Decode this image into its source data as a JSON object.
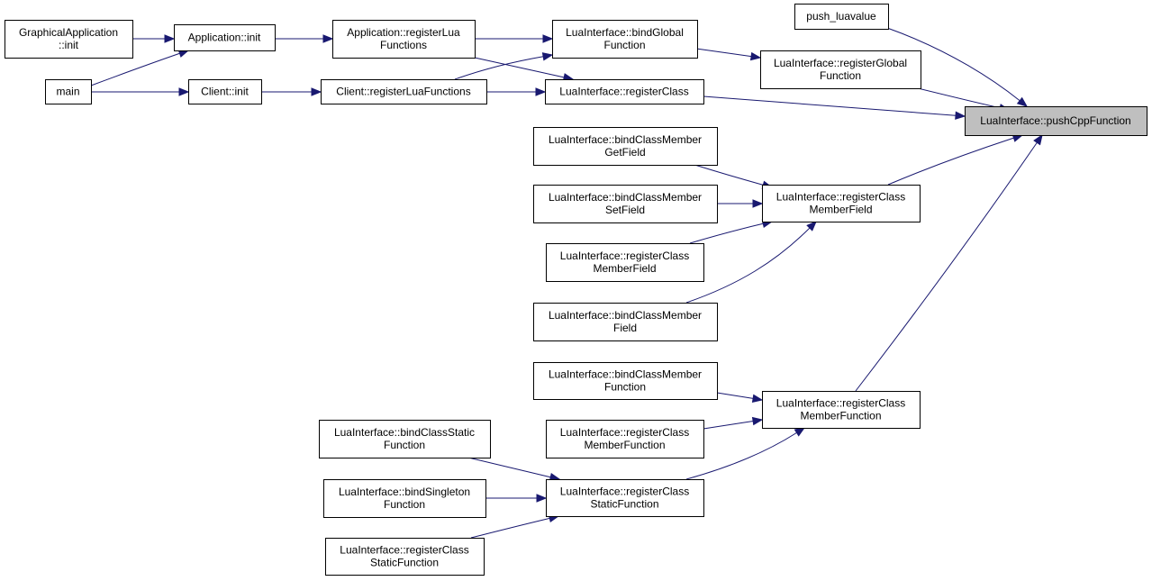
{
  "graph": {
    "kind": "call-graph",
    "edge_color": "#191970",
    "highlight_fill": "#bfbfbf",
    "nodes": [
      {
        "id": "pushCpp",
        "lines": [
          "LuaInterface::pushCppFunction"
        ],
        "highlight": true
      },
      {
        "id": "pushLuavalue",
        "lines": [
          "push_luavalue"
        ]
      },
      {
        "id": "regGlobalFn",
        "lines": [
          "LuaInterface::registerGlobal",
          "Function"
        ]
      },
      {
        "id": "regClass",
        "lines": [
          "LuaInterface::registerClass"
        ]
      },
      {
        "id": "regClassMemberField",
        "lines": [
          "LuaInterface::registerClass",
          "MemberField"
        ]
      },
      {
        "id": "regClassMemberFunction",
        "lines": [
          "LuaInterface::registerClass",
          "MemberFunction"
        ]
      },
      {
        "id": "bindGlobalFn",
        "lines": [
          "LuaInterface::bindGlobal",
          "Function"
        ]
      },
      {
        "id": "appRegLua",
        "lines": [
          "Application::registerLua",
          "Functions"
        ]
      },
      {
        "id": "clientRegLua",
        "lines": [
          "Client::registerLuaFunctions"
        ]
      },
      {
        "id": "appInit",
        "lines": [
          "Application::init"
        ]
      },
      {
        "id": "clientInit",
        "lines": [
          "Client::init"
        ]
      },
      {
        "id": "gfxAppInit",
        "lines": [
          "GraphicalApplication",
          "::init"
        ]
      },
      {
        "id": "main",
        "lines": [
          "main"
        ]
      },
      {
        "id": "bindCMGetField",
        "lines": [
          "LuaInterface::bindClassMember",
          "GetField"
        ]
      },
      {
        "id": "bindCMSetField",
        "lines": [
          "LuaInterface::bindClassMember",
          "SetField"
        ]
      },
      {
        "id": "regCMField2",
        "lines": [
          "LuaInterface::registerClass",
          "MemberField"
        ]
      },
      {
        "id": "bindCMField",
        "lines": [
          "LuaInterface::bindClassMember",
          "Field"
        ]
      },
      {
        "id": "bindCMFunction",
        "lines": [
          "LuaInterface::bindClassMember",
          "Function"
        ]
      },
      {
        "id": "regCMFunction2",
        "lines": [
          "LuaInterface::registerClass",
          "MemberFunction"
        ]
      },
      {
        "id": "regClassStaticFn",
        "lines": [
          "LuaInterface::registerClass",
          "StaticFunction"
        ]
      },
      {
        "id": "bindClassStaticFn",
        "lines": [
          "LuaInterface::bindClassStatic",
          "Function"
        ]
      },
      {
        "id": "bindSingletonFn",
        "lines": [
          "LuaInterface::bindSingleton",
          "Function"
        ]
      },
      {
        "id": "regClassStaticFn2",
        "lines": [
          "LuaInterface::registerClass",
          "StaticFunction"
        ]
      }
    ],
    "edges": [
      {
        "from": "pushLuavalue",
        "to": "pushCpp"
      },
      {
        "from": "regGlobalFn",
        "to": "pushCpp"
      },
      {
        "from": "regClass",
        "to": "pushCpp"
      },
      {
        "from": "regClassMemberField",
        "to": "pushCpp"
      },
      {
        "from": "regClassMemberFunction",
        "to": "pushCpp"
      },
      {
        "from": "bindGlobalFn",
        "to": "regGlobalFn"
      },
      {
        "from": "appRegLua",
        "to": "bindGlobalFn"
      },
      {
        "from": "clientRegLua",
        "to": "bindGlobalFn"
      },
      {
        "from": "appRegLua",
        "to": "regClass"
      },
      {
        "from": "clientRegLua",
        "to": "regClass"
      },
      {
        "from": "appInit",
        "to": "appRegLua"
      },
      {
        "from": "clientInit",
        "to": "clientRegLua"
      },
      {
        "from": "gfxAppInit",
        "to": "appInit"
      },
      {
        "from": "main",
        "to": "appInit"
      },
      {
        "from": "main",
        "to": "clientInit"
      },
      {
        "from": "bindCMGetField",
        "to": "regClassMemberField"
      },
      {
        "from": "bindCMSetField",
        "to": "regClassMemberField"
      },
      {
        "from": "regCMField2",
        "to": "regClassMemberField"
      },
      {
        "from": "bindCMField",
        "to": "regClassMemberField"
      },
      {
        "from": "bindCMFunction",
        "to": "regClassMemberFunction"
      },
      {
        "from": "regCMFunction2",
        "to": "regClassMemberFunction"
      },
      {
        "from": "regClassStaticFn",
        "to": "regClassMemberFunction"
      },
      {
        "from": "bindClassStaticFn",
        "to": "regClassStaticFn"
      },
      {
        "from": "bindSingletonFn",
        "to": "regClassStaticFn"
      },
      {
        "from": "regClassStaticFn2",
        "to": "regClassStaticFn"
      }
    ]
  }
}
